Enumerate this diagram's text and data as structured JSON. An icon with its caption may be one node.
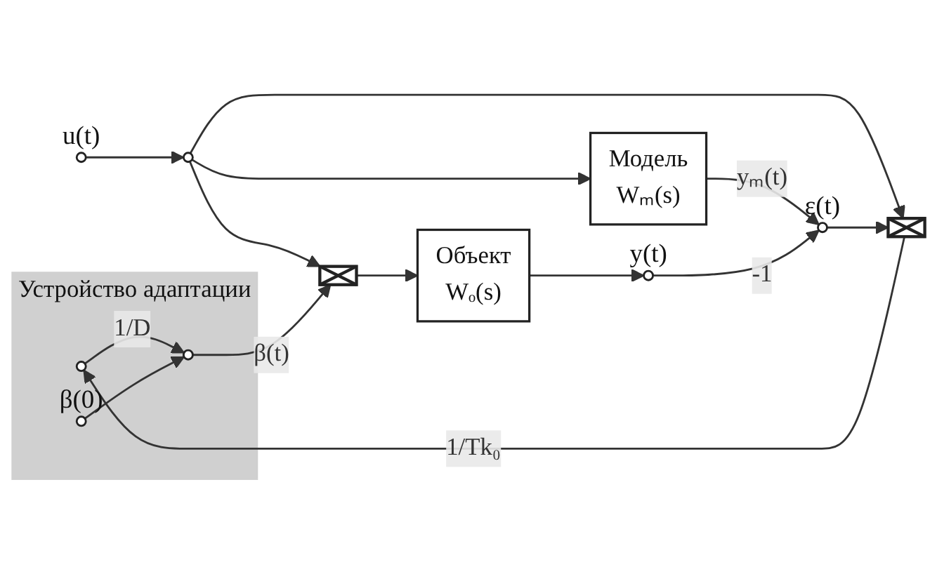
{
  "diagram": {
    "nodes": [
      {
        "text": [
          "Устройство адаптации"
        ]
      },
      {
        "text": [],
        "shape": "circle",
        "beside": [
          "u(t)"
        ]
      },
      {
        "text": [],
        "shape": "circle"
      },
      {
        "text": [
          "Модель",
          "Wₘ(s)"
        ]
      },
      {
        "text": [],
        "shape": "circle",
        "beside": [
          "ε(t)"
        ]
      },
      {
        "text": [],
        "shape": "box"
      },
      {
        "text": [],
        "shape": "box"
      },
      {
        "text": [
          "Объект",
          "Wₒ(s)"
        ]
      },
      {
        "text": [],
        "shape": "circle",
        "beside": [
          "y(t)"
        ]
      },
      {
        "text": [],
        "shape": "circle",
        "in": 0
      },
      {
        "text": [],
        "shape": "circle",
        "in": 0
      },
      {
        "text": [],
        "shape": "circle",
        "in": 0,
        "beside": [
          "β(0)"
        ]
      }
    ],
    "edges": [
      {
        "from": 1,
        "to": 2,
        "arrow": "to"
      },
      {
        "from": 2,
        "to": 3,
        "arrow": "to"
      },
      {
        "from": 2,
        "to": 6,
        "arrow": "to"
      },
      {
        "from": 2,
        "to": 5,
        "arrow": "to"
      },
      {
        "from": 3,
        "to": 4,
        "arrow": "to",
        "label": "yₘ(t)"
      },
      {
        "from": 4,
        "to": 5,
        "arrow": "to"
      },
      {
        "from": 8,
        "to": 4,
        "arrow": "to",
        "label": "-1"
      },
      {
        "from": 6,
        "to": 7,
        "arrow": "to"
      },
      {
        "from": 7,
        "to": 8,
        "arrow": "to"
      },
      {
        "from": 5,
        "to": 9,
        "arrow": "to",
        "label": "1/Tk₀"
      },
      {
        "from": 9,
        "to": 10,
        "arrow": "to",
        "label": "1/D"
      },
      {
        "from": 11,
        "to": 10,
        "arrow": "to"
      },
      {
        "from": 10,
        "to": 6,
        "arrow": "to",
        "label": "β(t)"
      }
    ]
  }
}
